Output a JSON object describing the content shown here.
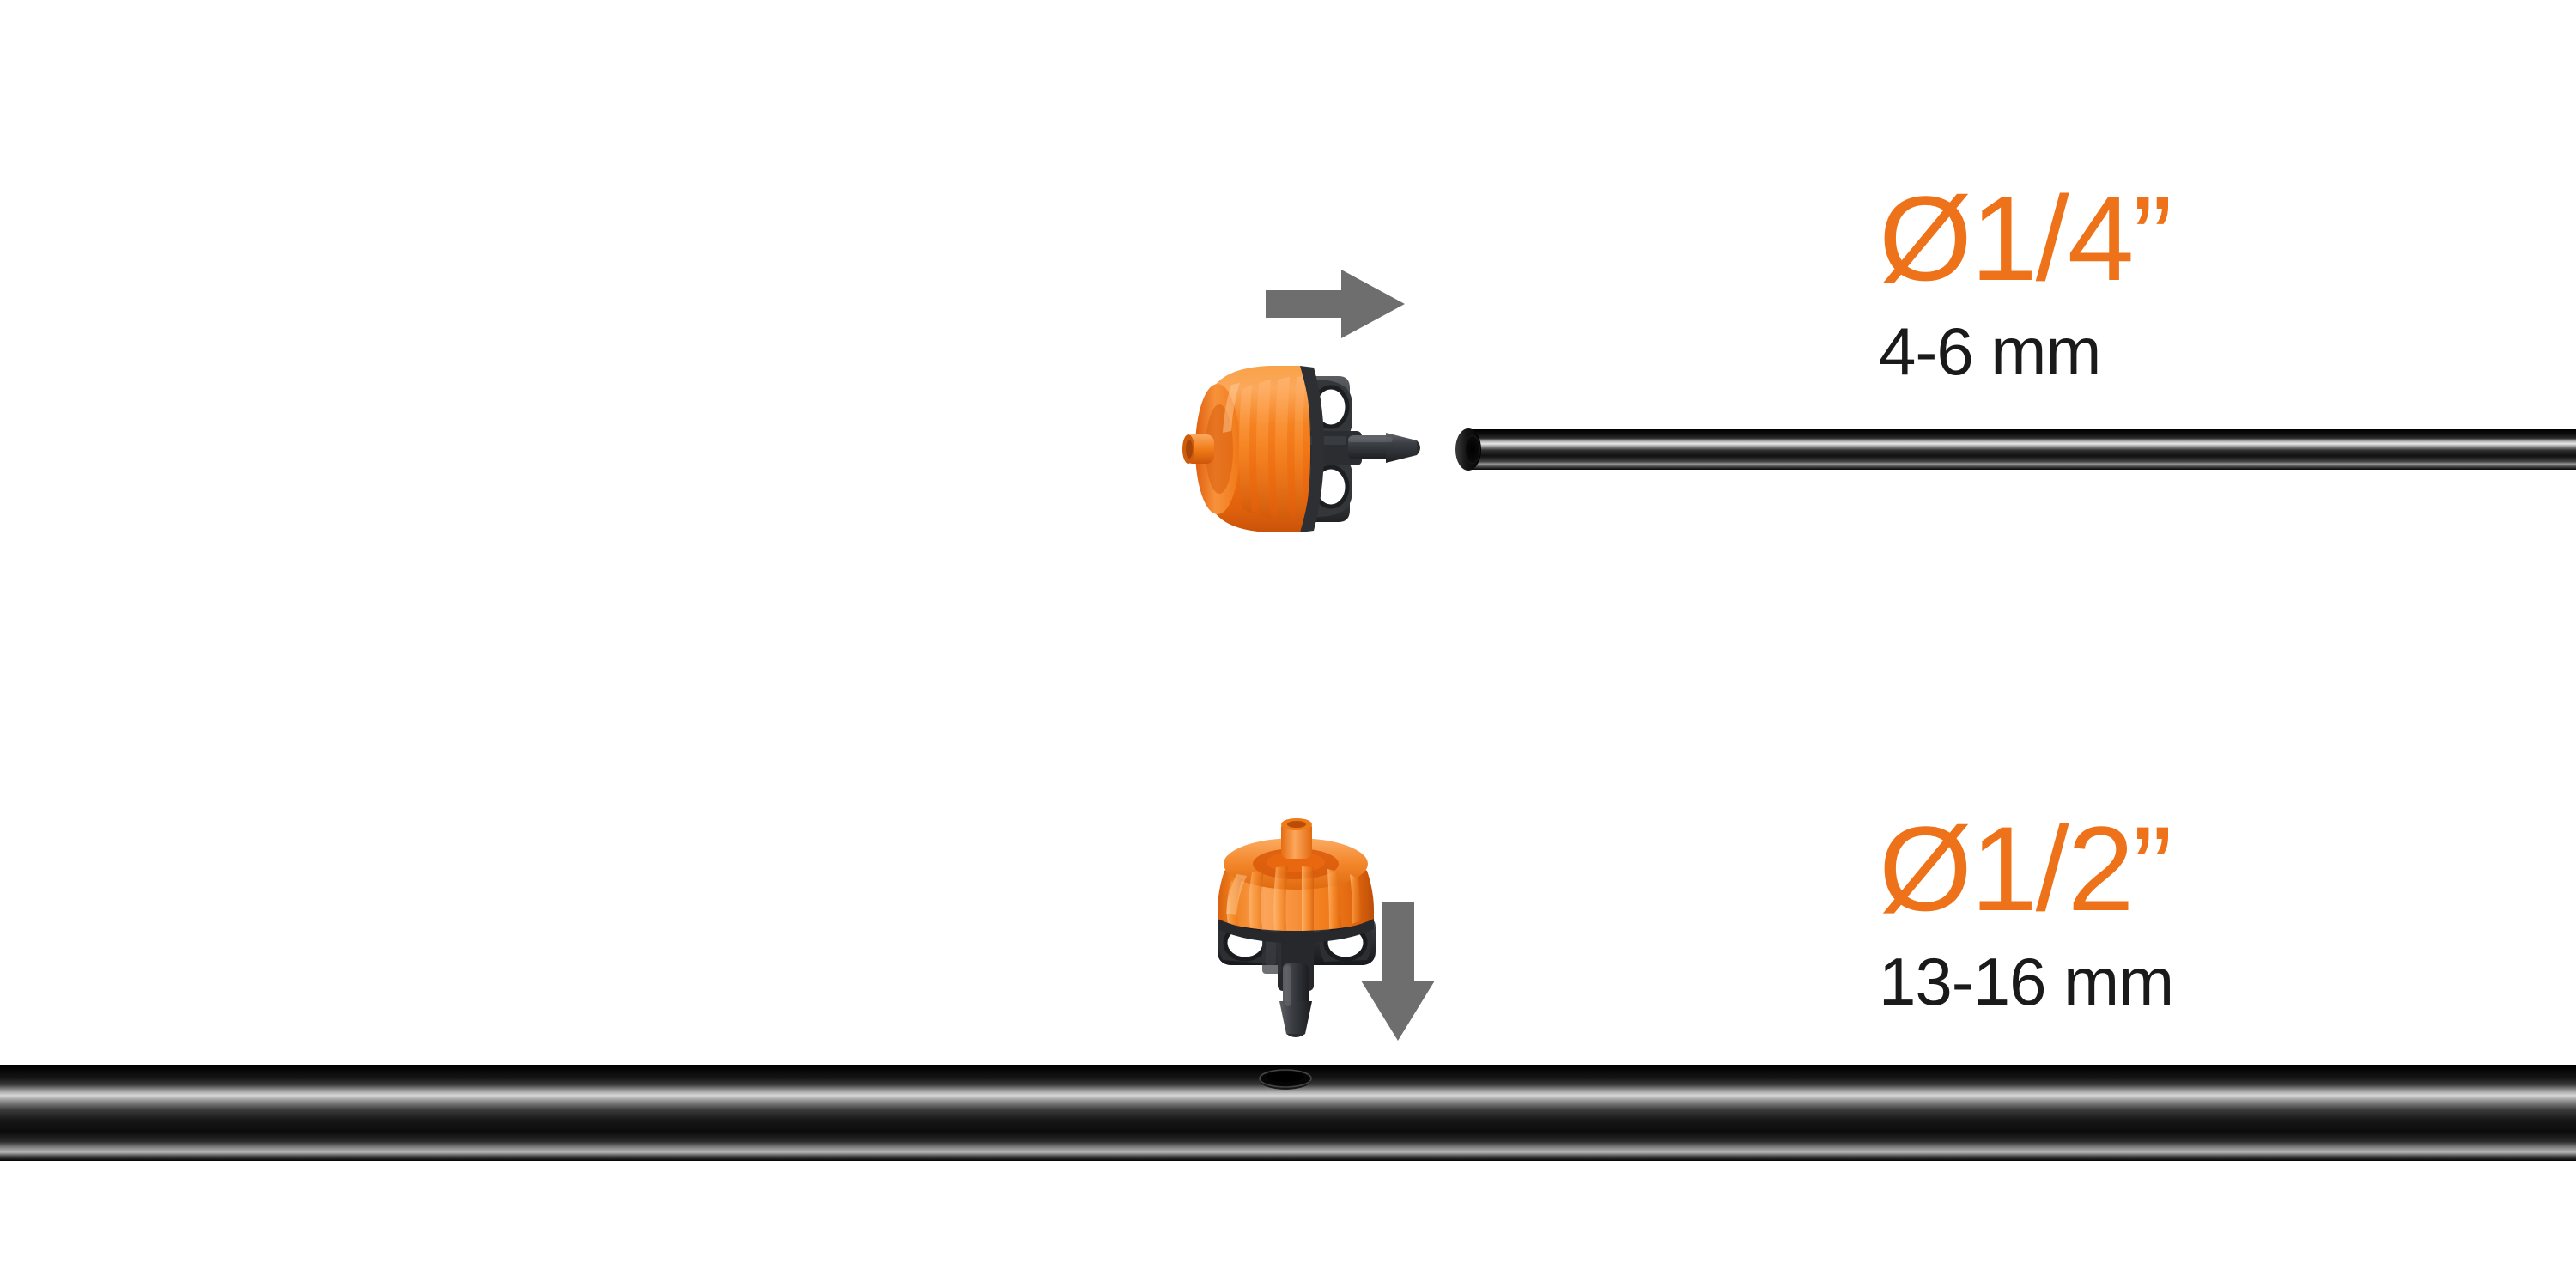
{
  "page": {
    "title": "Micro-drip connector fitting sizes",
    "background_color": "#ffffff",
    "accent_color": "#ee7219",
    "text_color": "#1a1a1a",
    "arrow_color": "#6e6e6e"
  },
  "specs": [
    {
      "id": "quarter-inch",
      "imperial": "Ø1/4”",
      "metric": "4-6 mm",
      "imperial_color": "#ee7219",
      "metric_color": "#1a1a1a"
    },
    {
      "id": "half-inch",
      "imperial": "Ø1/2”",
      "metric": "13-16 mm",
      "imperial_color": "#ee7219",
      "metric_color": "#1a1a1a"
    }
  ],
  "arrows": [
    {
      "id": "arrow-right",
      "direction": "right",
      "color": "#6e6e6e"
    },
    {
      "id": "arrow-down",
      "direction": "down",
      "color": "#6e6e6e"
    }
  ],
  "hoses": [
    {
      "id": "thin-tube",
      "label": "4-6 mm supply tube",
      "color": "#0d0d0d"
    },
    {
      "id": "thick-hose",
      "label": "13-16 mm main hose",
      "color": "#0d0d0d"
    }
  ],
  "connectors": [
    {
      "id": "connector-top",
      "orientation": "horizontal",
      "cap_color": "#f58220",
      "body_color": "#3a3c40",
      "description": "Orange ribbed cap with dark body, barbed outlet facing right"
    },
    {
      "id": "connector-bottom",
      "orientation": "vertical",
      "cap_color": "#f58220",
      "body_color": "#3a3c40",
      "description": "Orange ribbed cap with dark body, barbed outlet facing down"
    }
  ]
}
